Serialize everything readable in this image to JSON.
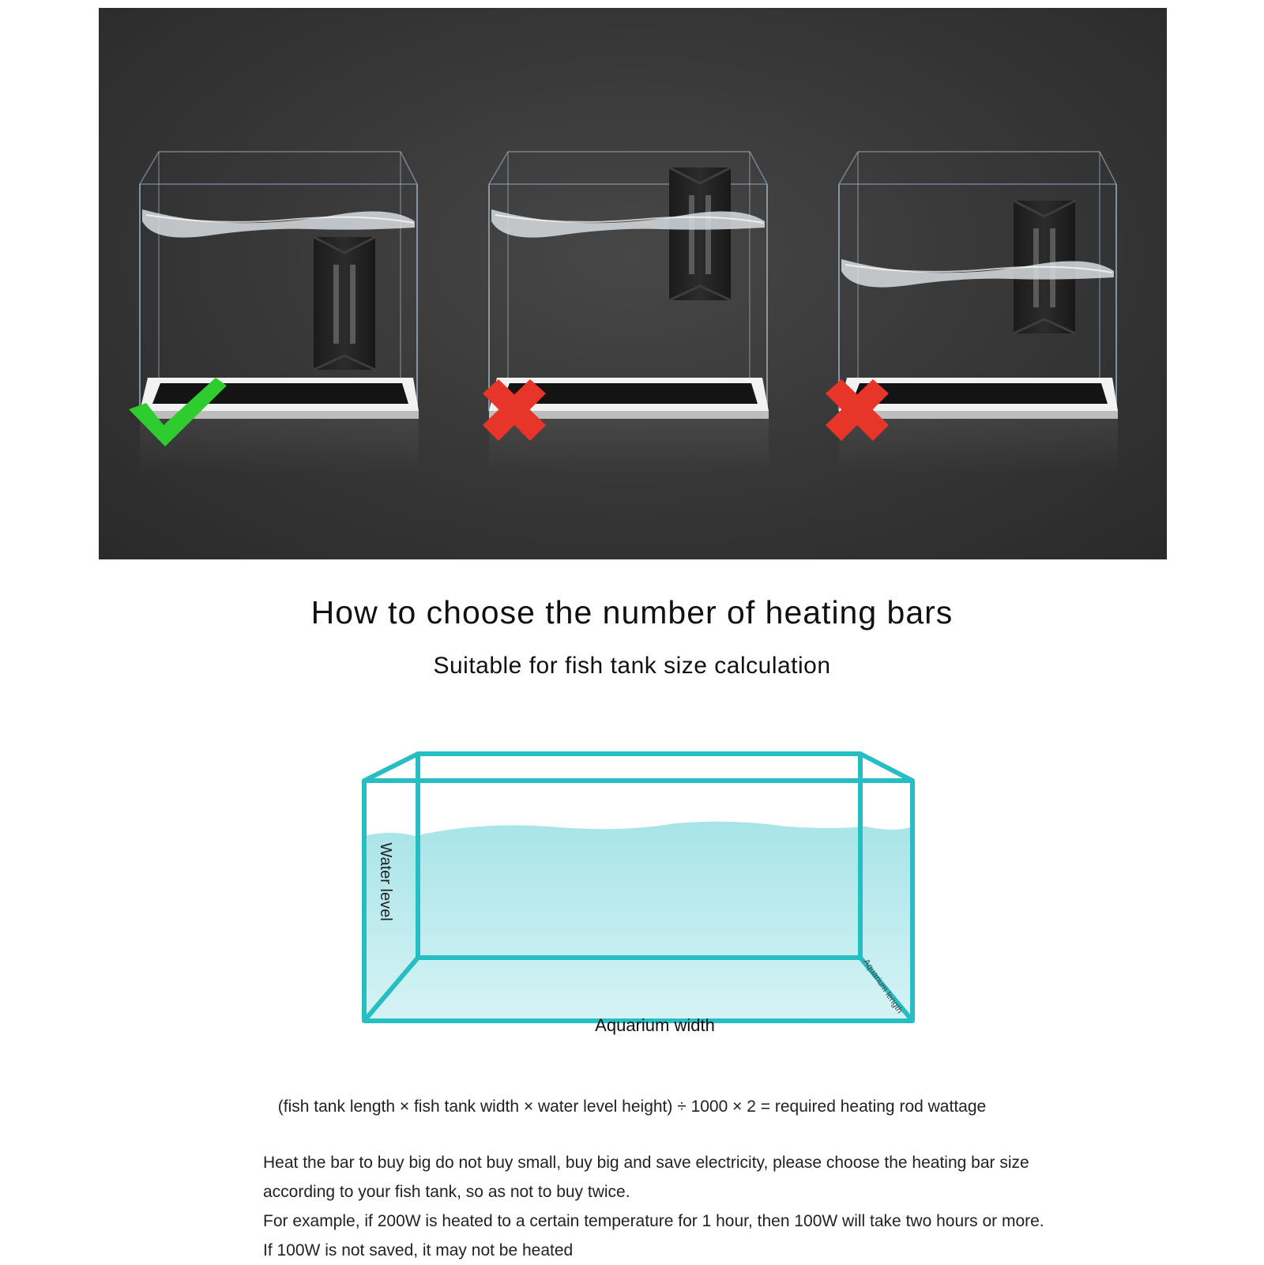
{
  "marks": {
    "correct": "check-icon",
    "wrong_1": "cross-icon",
    "wrong_2": "cross-icon",
    "correct_color": "#2ecc2e",
    "wrong_color": "#e8352a"
  },
  "title": "How to choose the number of heating bars",
  "subtitle": "Suitable for fish tank size calculation",
  "diagram": {
    "water_level_label": "Water level",
    "width_label": "Aquarium width",
    "length_label": "Aquarium length",
    "frame_color": "#27bec3",
    "water_color": "#b9ecef"
  },
  "formula": "(fish tank length × fish tank width × water level height) ÷ 1000 × 2 = required heating rod wattage",
  "paragraph": {
    "line1": "Heat the bar to buy big do not buy small, buy big and save electricity, please choose the heating bar size according to your fish tank, so as not to buy twice.",
    "line2": "For example, if 200W is heated to a certain temperature for 1 hour, then 100W will take two hours or more. If 100W is not saved, it may not be heated"
  }
}
